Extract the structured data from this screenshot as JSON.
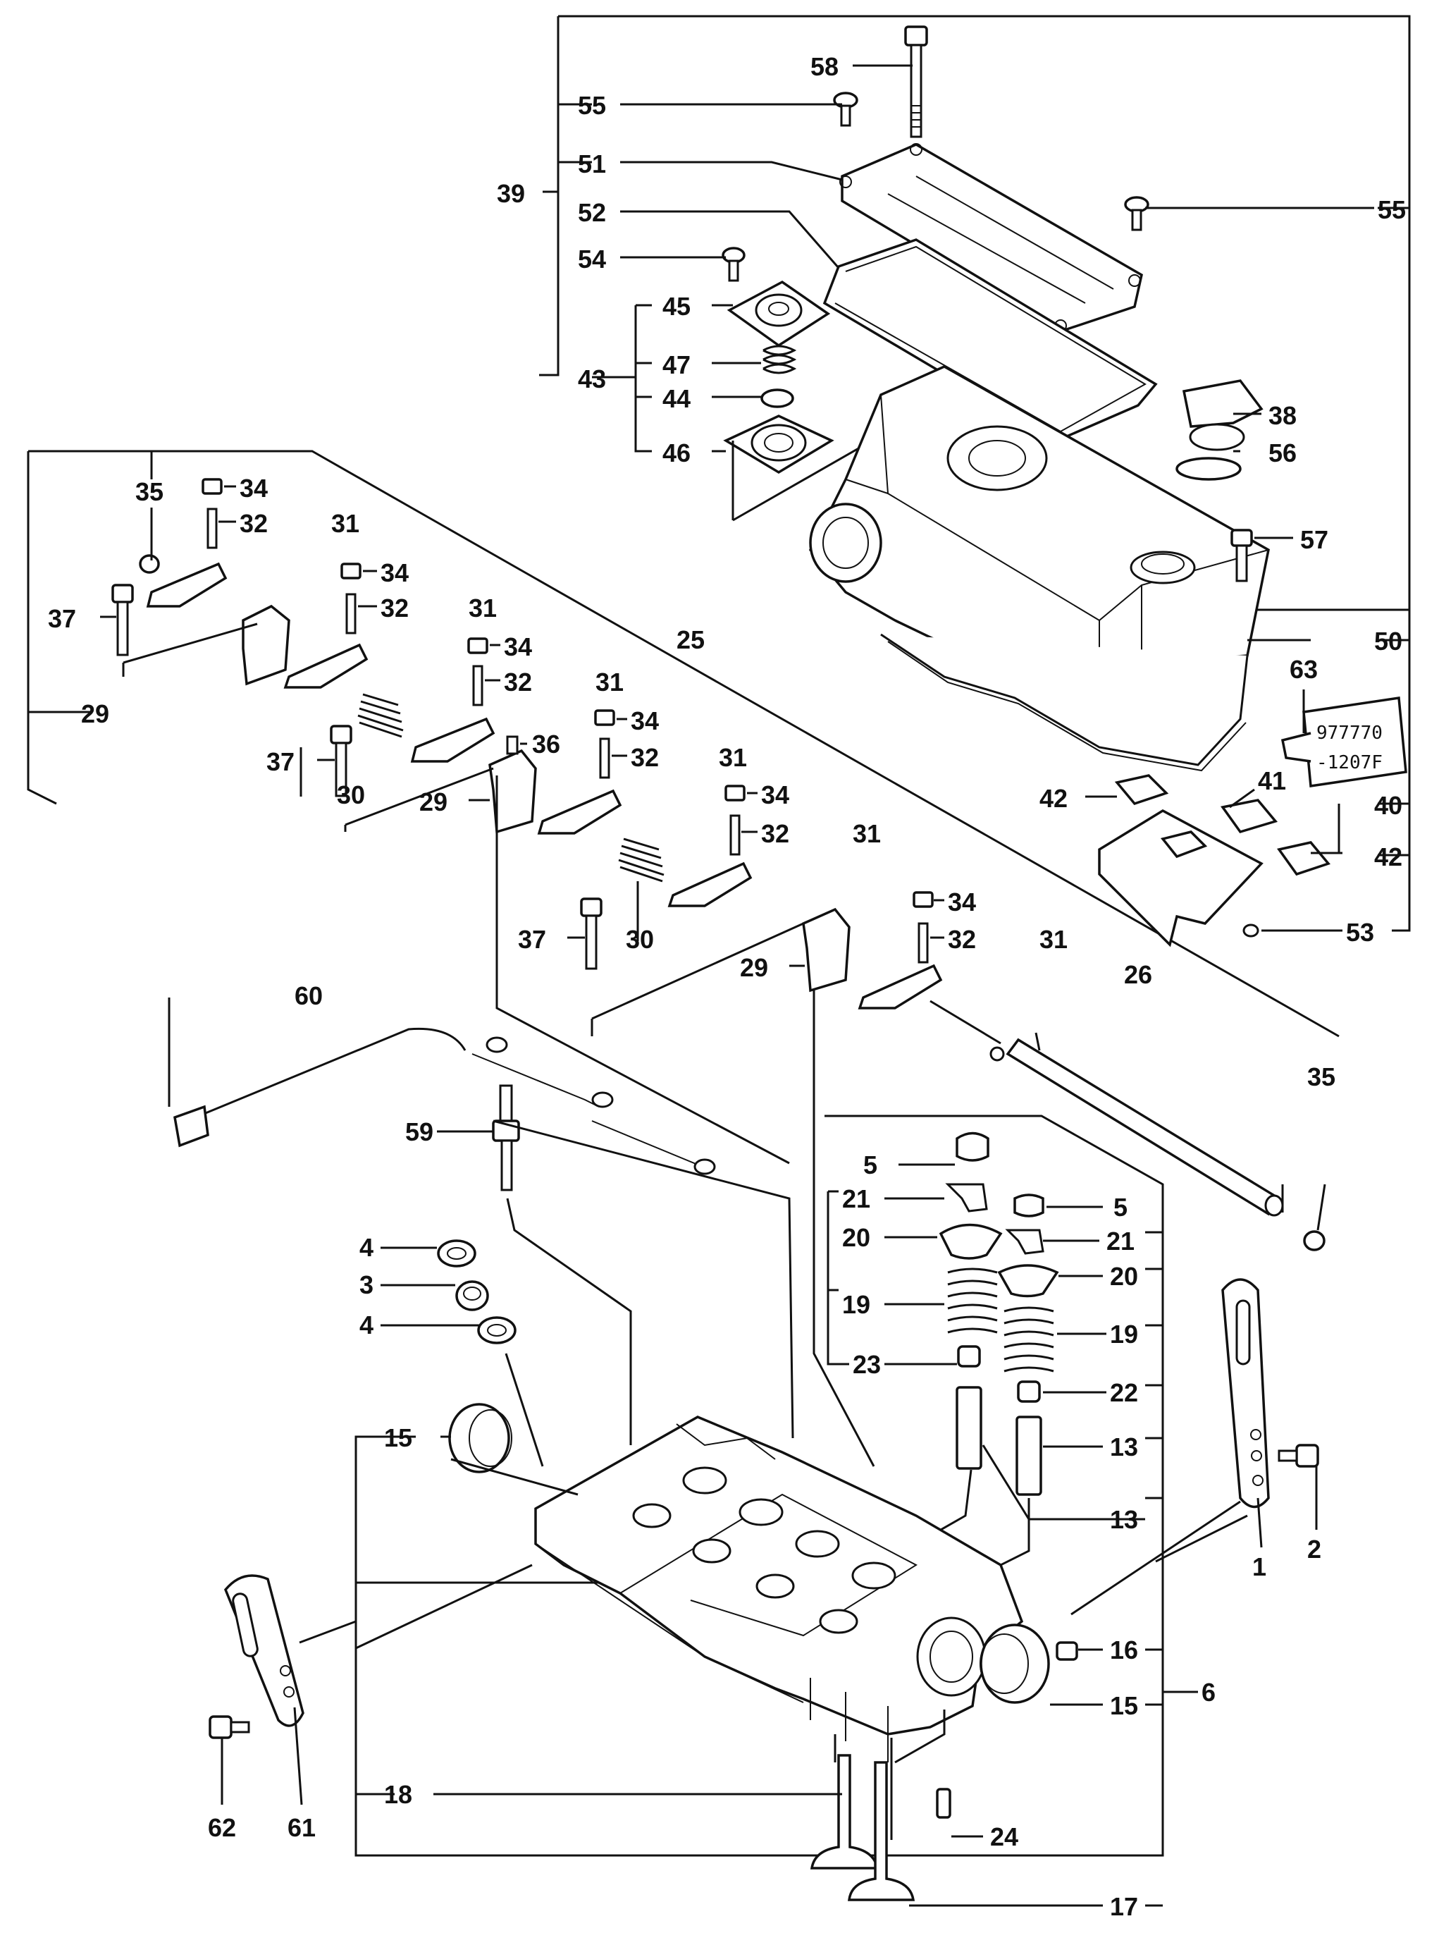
{
  "labels": {
    "l1": "1",
    "l2": "2",
    "l3": "3",
    "l4a": "4",
    "l4b": "4",
    "l5a": "5",
    "l5b": "5",
    "l6": "6",
    "l13a": "13",
    "l13b": "13",
    "l15a": "15",
    "l15b": "15",
    "l16": "16",
    "l17": "17",
    "l18": "18",
    "l19a": "19",
    "l19b": "19",
    "l20a": "20",
    "l20b": "20",
    "l21a": "21",
    "l21b": "21",
    "l22": "22",
    "l23": "23",
    "l24": "24",
    "l25": "25",
    "l26": "26",
    "l29a": "29",
    "l29b": "29",
    "l29c": "29",
    "l30a": "30",
    "l30b": "30",
    "l31a": "31",
    "l31b": "31",
    "l31c": "31",
    "l31d": "31",
    "l31e": "31",
    "l31f": "31",
    "l32a": "32",
    "l32b": "32",
    "l32c": "32",
    "l32d": "32",
    "l32e": "32",
    "l32f": "32",
    "l34a": "34",
    "l34b": "34",
    "l34c": "34",
    "l34d": "34",
    "l34e": "34",
    "l34f": "34",
    "l35a": "35",
    "l35b": "35",
    "l36": "36",
    "l37a": "37",
    "l37b": "37",
    "l37c": "37",
    "l38": "38",
    "l39": "39",
    "l40": "40",
    "l41": "41",
    "l42a": "42",
    "l42b": "42",
    "l43": "43",
    "l44": "44",
    "l45": "45",
    "l46": "46",
    "l47": "47",
    "l50": "50",
    "l51": "51",
    "l52": "52",
    "l53": "53",
    "l54": "54",
    "l55a": "55",
    "l55b": "55",
    "l56": "56",
    "l57": "57",
    "l58": "58",
    "l59": "59",
    "l60": "60",
    "l61": "61",
    "l62": "62",
    "l63": "63"
  },
  "sealant_tube": {
    "line1": "977770",
    "line2": "-1207F"
  }
}
